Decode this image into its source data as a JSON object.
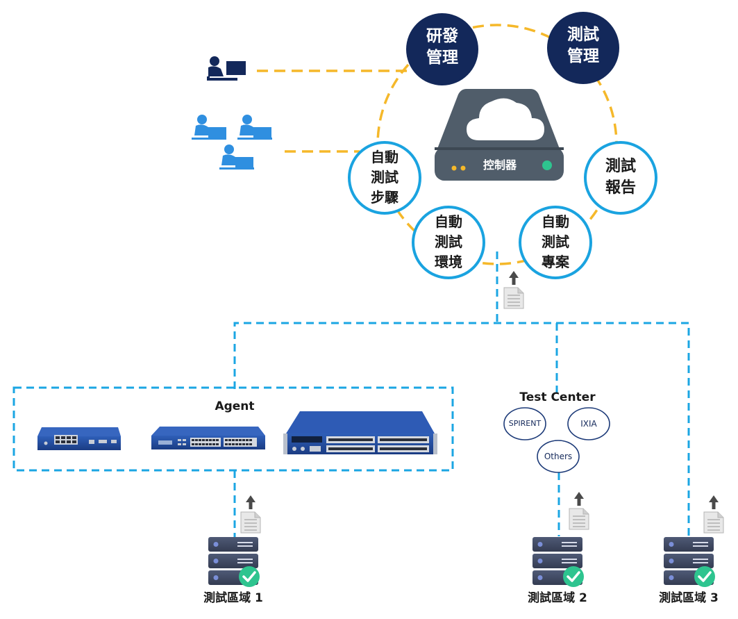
{
  "modules": {
    "rd_management": [
      "研發",
      "管理"
    ],
    "test_management": [
      "測試",
      "管理"
    ],
    "test_report": [
      "測試",
      "報告"
    ],
    "auto_test_project": [
      "自動",
      "測試",
      "專案"
    ],
    "auto_test_env": [
      "自動",
      "測試",
      "環境"
    ],
    "auto_test_steps": [
      "自動",
      "測試",
      "步驟"
    ]
  },
  "controller": {
    "label": "控制器"
  },
  "agent": {
    "title": "Agent"
  },
  "test_center": {
    "title": "Test Center",
    "vendors": [
      "SPIRENT",
      "IXIA",
      "Others"
    ]
  },
  "zones": [
    "測試區域 1",
    "測試區域 2",
    "測試區域 3"
  ],
  "colors": {
    "navy": "#13285a",
    "ring": "#f5b82a",
    "circle_border": "#1aa3e0",
    "dashed": "#1ba6e3",
    "user_icon": "#2f8fe0",
    "device": "#21479b",
    "controller": "#505d6a",
    "check": "#2ec48f"
  },
  "icons": [
    "user-desk-icon",
    "cloud-icon",
    "upload-document-icon",
    "server-stack-icon",
    "check-icon"
  ]
}
